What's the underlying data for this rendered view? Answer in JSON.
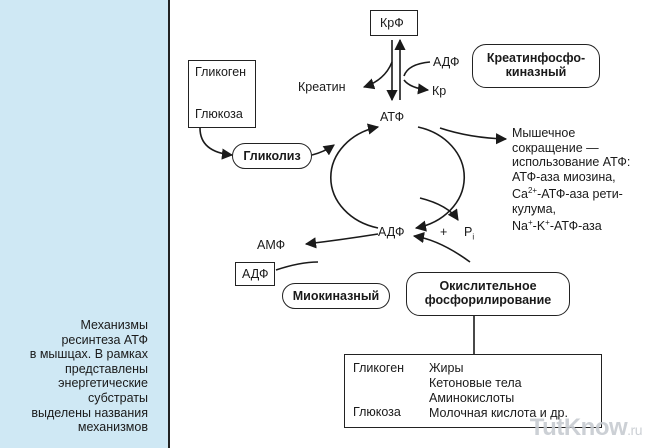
{
  "caption": "Механизмы\nресинтеза АТФ\nв мышцах. В рамках\nпредставлены\nэнергетические\nсубстраты\nвыделены названия\nмеханизмов",
  "top": {
    "krf": "КрФ",
    "adf": "АДФ",
    "kreatin": "Креатин",
    "kr": "Кр",
    "atf": "АТФ"
  },
  "kinase": {
    "line1": "Креатинфосфо-",
    "line2": "киназный"
  },
  "glycogen_box": {
    "glikogen": "Гликоген",
    "glukoza": "Глюкоза"
  },
  "glycolysis": "Гликолиз",
  "muscle": {
    "l1": "Мышечное",
    "l2": "сокращение —",
    "l3": "использование АТФ:",
    "l4": "АТФ-аза миозина,",
    "l5a": "Ca",
    "l5sup": "2+",
    "l5b": "-АТФ-аза рети-",
    "l6": "кулума,",
    "l7a": "Na",
    "l7sup1": "+",
    "l7b": "-K",
    "l7sup2": "+",
    "l7c": "-АТФ-аза"
  },
  "cycle_bottom": {
    "adf": "АДФ",
    "plus": "+",
    "p": "P",
    "p_sub": "i"
  },
  "myokinase": {
    "amf": "АМФ",
    "adf_box": "АДФ",
    "label": "Миокиназный"
  },
  "oxidative": {
    "line1": "Окислительное",
    "line2": "фосфорилирование"
  },
  "substrates": {
    "glikogen": "Гликоген",
    "glukoza": "Глюкоза",
    "items": [
      "Жиры",
      "Кетоновые тела",
      "Аминокислоты",
      "Молочная кислота и др."
    ]
  },
  "watermark": {
    "brand": "TutKnow",
    "tld": ".ru"
  }
}
